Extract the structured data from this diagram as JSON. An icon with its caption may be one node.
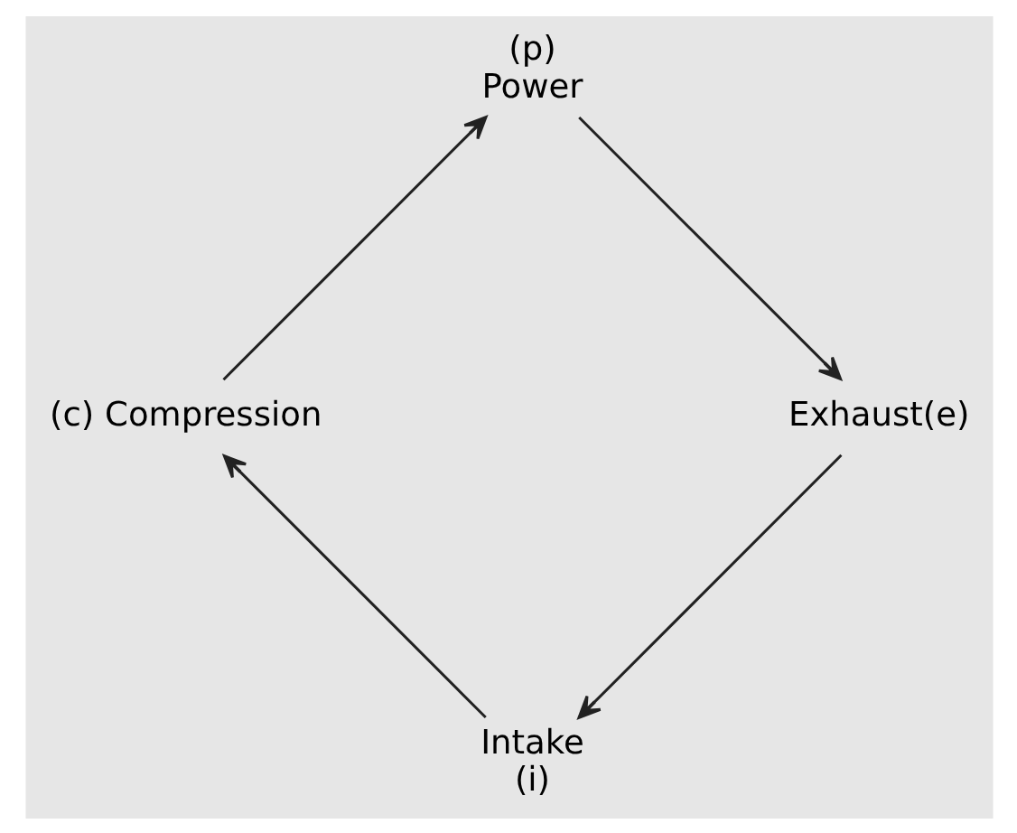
{
  "diagram": {
    "nodes": [
      {
        "text": [
          "Intake",
          "(i)"
        ]
      },
      {
        "text": [
          "(c) Compression"
        ]
      },
      {
        "text": [
          "(p)",
          "Power"
        ]
      },
      {
        "text": [
          "Exhaust(e)"
        ]
      }
    ],
    "edges": [
      {
        "from": 0,
        "to": 1,
        "arrow": "to"
      },
      {
        "from": 1,
        "to": 2,
        "arrow": "to"
      },
      {
        "from": 2,
        "to": 3,
        "arrow": "to"
      },
      {
        "from": 3,
        "to": 0,
        "arrow": "to"
      }
    ]
  }
}
